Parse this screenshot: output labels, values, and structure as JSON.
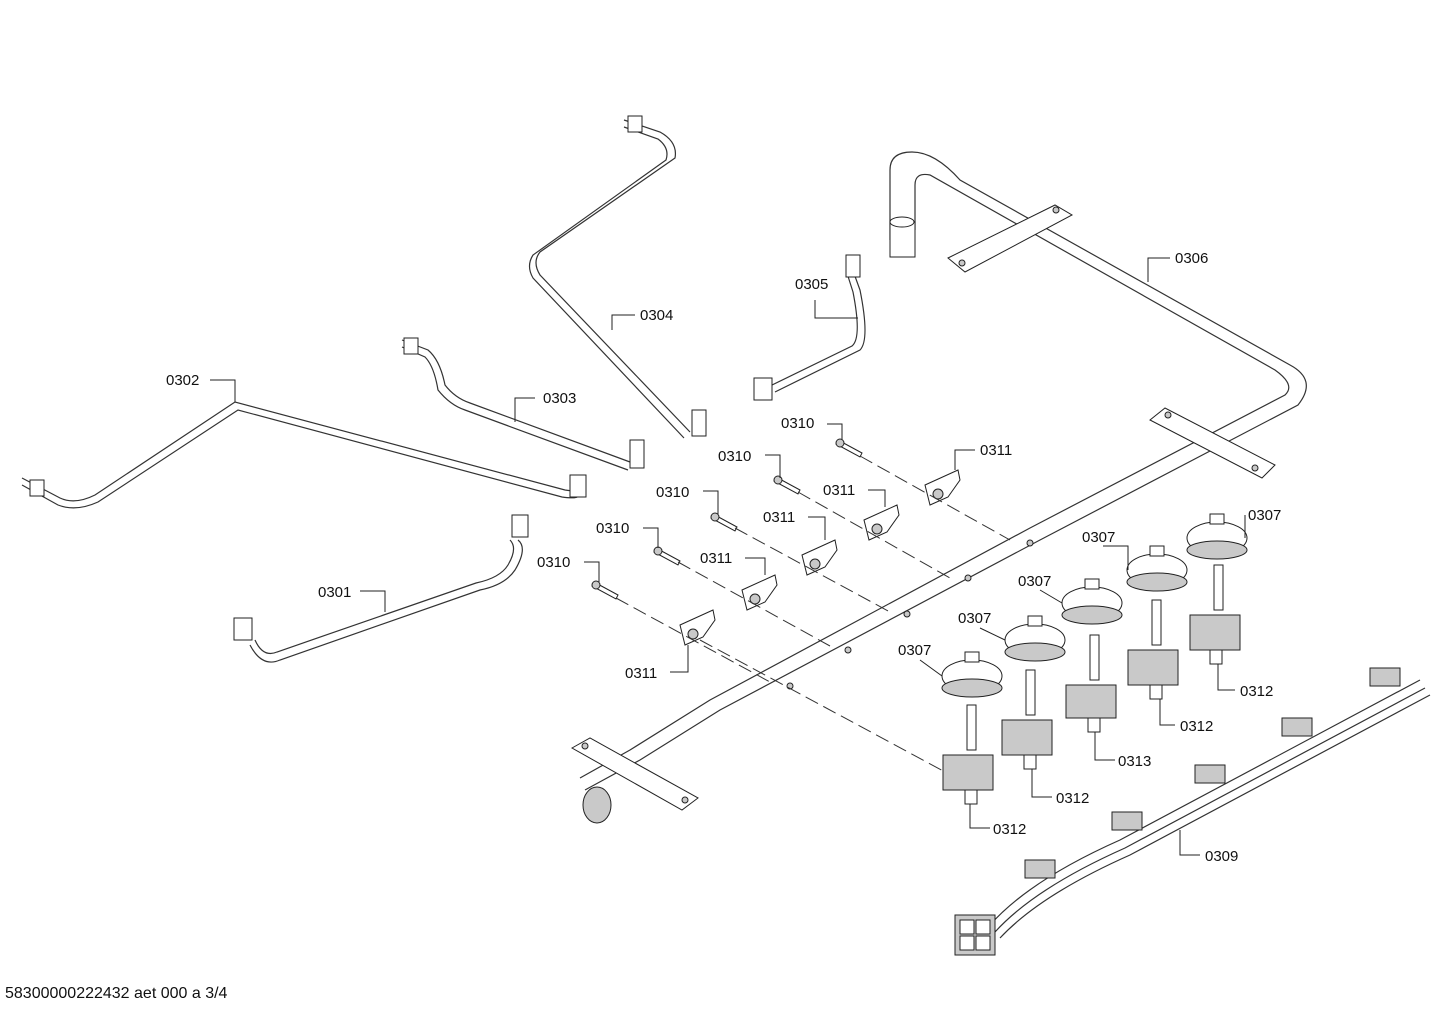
{
  "parts": {
    "p0301": "0301",
    "p0302": "0302",
    "p0303": "0303",
    "p0304": "0304",
    "p0305": "0305",
    "p0306": "0306",
    "p0307": "0307",
    "p0309": "0309",
    "p0310": "0310",
    "p0311": "0311",
    "p0312": "0312",
    "p0313": "0313"
  },
  "footer": {
    "document_id": "58300000222432 aet 000 a 3/4"
  }
}
